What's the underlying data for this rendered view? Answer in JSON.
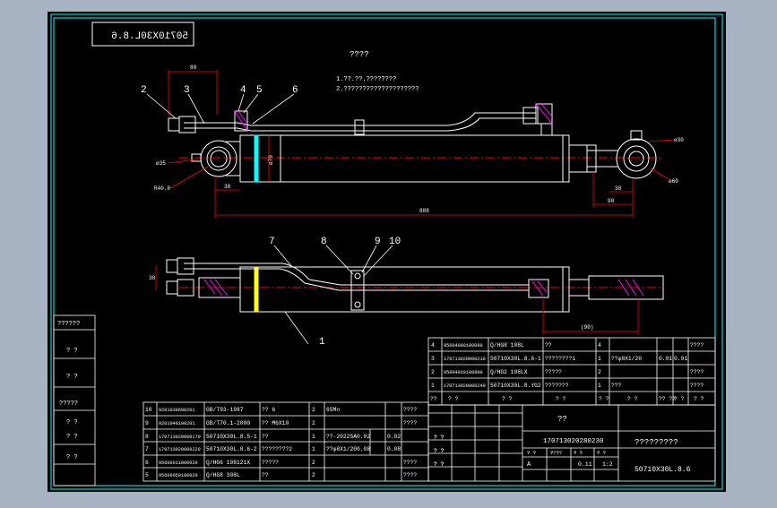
{
  "colors": {
    "background": "#a7b2c2",
    "paper": "#000000",
    "frame": "#00ffff",
    "outline": "#ffffff",
    "text": "#ffffff",
    "centerline": "#ff0000",
    "dimension": "#ff0000",
    "balloon": "#ffffff",
    "hatch": "#ff00ff",
    "highlight_cyan": "#00ffff",
    "highlight_yellow": "#ffff00"
  },
  "drawing": {
    "mirrored_title": "50710X30L.8.6",
    "top_view_title": "????",
    "notes": [
      "1.??.??.????????",
      "2.????????????????????"
    ],
    "balloons_top": [
      "2",
      "3",
      "4",
      "5",
      "6"
    ],
    "balloons_bottom": [
      "7",
      "8",
      "9",
      "10",
      "1"
    ],
    "dims": {
      "d_top_left": "80",
      "d_length": "888",
      "d_left_short": "38",
      "d_right_short": "38",
      "d_right_lower": "90",
      "d_bore": "ø70",
      "d_bottom_left": "38",
      "d_bottom_right": "(90)",
      "d_pin_left": "ø35",
      "d_pin_label": "R40.8",
      "d_right_pin": "ø30",
      "d_right_circle": "ø60"
    }
  },
  "side_column": {
    "labels": [
      "??????",
      "? ?",
      "? ?",
      "?????",
      "? ?",
      "? ?",
      "? ?"
    ]
  },
  "bom_upper": {
    "rows": [
      {
        "no": "4",
        "code": "95604000100090",
        "std": "Q/HG8 108L",
        "name": "??",
        "qty": "4",
        "mat": "",
        "w1": "",
        "w2": "",
        "note": "????"
      },
      {
        "no": "3",
        "code": "170713020000210",
        "std": "50710X30L.8.6-1",
        "name": "????????1",
        "qty": "1",
        "mat": "??φ8X1/20",
        "w1": "0.01",
        "w2": "0.01",
        "note": ""
      },
      {
        "no": "2",
        "code": "95604010100600",
        "std": "Q/HG2 108LX",
        "name": "?????",
        "qty": "2",
        "mat": "",
        "w1": "",
        "w2": "",
        "note": "????"
      },
      {
        "no": "1",
        "code": "170713020000240",
        "std": "50710X30L.8.YG2",
        "name": "???????",
        "qty": "1",
        "mat": "???",
        "w1": "",
        "w2": "",
        "note": "????"
      }
    ],
    "header": [
      "??",
      "? ?",
      "? ?",
      "? ?",
      "? ?",
      "? ?",
      "?? ??",
      "? ?",
      "? ?"
    ]
  },
  "bom_lower": {
    "rows": [
      {
        "no": "10",
        "code": "9201030600201",
        "std": "GB/T93-1987",
        "name": "?? 6",
        "qty": "2",
        "mat": "65Mn",
        "w1": "",
        "w2": "",
        "note": "????"
      },
      {
        "no": "9",
        "code": "9201040100201",
        "std": "GB/T70.1-2000",
        "name": "?? M6X10",
        "qty": "2",
        "mat": "",
        "w1": "",
        "w2": "",
        "note": "????"
      },
      {
        "no": "8",
        "code": "170713020000170",
        "std": "50710X30L.8.5-1",
        "name": "??",
        "qty": "1",
        "mat": "??-20225A",
        "w1": "0.02",
        "w2": "0.02",
        "note": ""
      },
      {
        "no": "7",
        "code": "170713020000220",
        "std": "50710X30L.8.6-2",
        "name": "????????2",
        "qty": "1",
        "mat": "??φ8X1/20",
        "w1": "0.08",
        "w2": "0.08",
        "note": ""
      },
      {
        "no": "6",
        "code": "95606011000020",
        "std": "Q/HG6 108121X",
        "name": "?????",
        "qty": "2",
        "mat": "",
        "w1": "",
        "w2": "",
        "note": "????"
      },
      {
        "no": "5",
        "code": "95606050100020",
        "std": "Q/HG8 308L",
        "name": "??",
        "qty": "2",
        "mat": "",
        "w1": "",
        "w2": "",
        "note": "????"
      }
    ]
  },
  "title_block": {
    "part_name": "??",
    "code_number": "170713020280230",
    "company": "?????????",
    "drawing_number": "50710X30L.8.6",
    "scale_letter": "A",
    "weight": "0.11",
    "ratio": "1:2",
    "sign_labels": [
      "? ?",
      "? ?",
      "? ?",
      "? ?",
      "? ?",
      "? ?"
    ],
    "small_labels": [
      "? ?",
      "????",
      "? ?",
      "? ?",
      "? ?",
      "? ?",
      "? ?",
      "? ?"
    ]
  }
}
